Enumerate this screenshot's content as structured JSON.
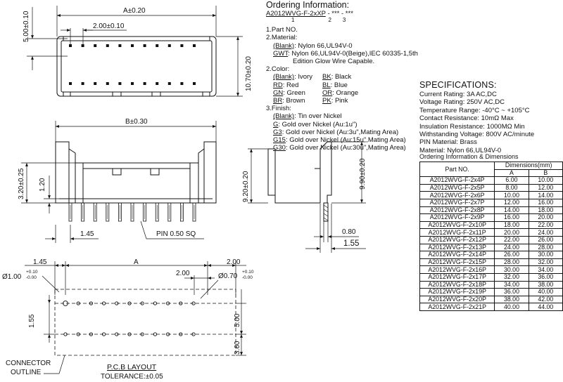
{
  "drawing": {
    "dims": {
      "a_top": "A±0.20",
      "pitch_top": "2.00±0.10",
      "height_left": "5.00±0.10",
      "height_right": "10.70±0.20",
      "b_side": "B±0.30",
      "d320": "3.20±0.25",
      "d120": "1.20",
      "d145": "1.45",
      "pin_sq": "PIN 0.50 SQ",
      "d920": "9.20±0.20",
      "d990": "9.90±0.20",
      "d080": "0.80",
      "d155": "1.55",
      "pcb_145": "1.45",
      "pcb_a": "A",
      "pcb_200a": "2.00",
      "pcb_200b": "2.00",
      "hole_big": "Ø1.00",
      "hole_big_tol_plus": "+0.10",
      "hole_big_tol_minus": "-0.00",
      "hole_small": "Ø0.70",
      "hole_small_tol_plus": "+0.10",
      "hole_small_tol_minus": "-0.00",
      "pcb_155": "1.55",
      "pcb_500": "5.00",
      "pcb_360": "3.60"
    },
    "labels": {
      "connector_outline_1": "CONNECTOR",
      "connector_outline_2": "OUTLINE",
      "pcb_layout": "P.C.B LAYOUT",
      "tolerance": "TOLERANCE:±0.05"
    }
  },
  "ordering": {
    "title": "Ordering Information:",
    "code": "A2012WVG-F-2xXP",
    "code_suffix": " - *** - ***",
    "idx1": "1",
    "idx2": "2",
    "idx3": "3",
    "part_no": "1.Part NO.",
    "material": "2.Material:",
    "mat_blank_key": "(Blank)",
    "mat_blank_val": ": Nylon 66,UL94V-0",
    "mat_gwt_key": "GWT",
    "mat_gwt_val": ": Nylon 66,UL94V-0(Beige),IEC 60335-1,5th",
    "mat_gwt_val2": "Edition Glow Wire Capable.",
    "color": "2.Color:",
    "c_blank_key": "(Blank)",
    "c_blank_val": ": Ivory",
    "c_bk_key": "BK",
    "c_bk_val": ": Black",
    "c_rd_key": "RD",
    "c_rd_val": ": Red",
    "c_bl_key": "BL",
    "c_bl_val": ": Blue",
    "c_gn_key": "GN",
    "c_gn_val": ": Green",
    "c_or_key": "OR",
    "c_or_val": ": Orange",
    "c_br_key": "BR",
    "c_br_val": ": Brown",
    "c_pk_key": "PK",
    "c_pk_val": ": Pink",
    "finish": "3.Finish:",
    "f_blank_key": "(Blank)",
    "f_blank_val": ": Tin over Nickel",
    "f_g_key": "G",
    "f_g_val": ": Gold over Nickel (Au:1u\")",
    "f_g3_key": "G3",
    "f_g3_val": ": Gold over Nickel (Au:3u\",Mating Area)",
    "f_g15_key": "G15",
    "f_g15_val": ": Gold over Nickel (Au:15u\",Mating Area)",
    "f_g30_key": "G30",
    "f_g30_val": ": Gold over Nickel (Au:30u\",Mating Area)"
  },
  "specs": {
    "title": "SPECIFICATIONS:",
    "lines": [
      "Current Rating: 3A AC,DC",
      "Voltage Rating: 250V AC,DC",
      "Temperature Range: -40°C ~ +105°C",
      "Contact Resistance: 10mΩ Max",
      "Insulation Resistance: 1000MΩ Min",
      "Withstanding Voltage: 800V AC/minute",
      "PIN Material: Brass",
      "Material: Nylon 66,UL94V-0"
    ]
  },
  "table": {
    "caption": "Ordering Information & Dimensions",
    "h_part": "Part NO.",
    "h_dims": "Dimensions(mm)",
    "h_a": "A",
    "h_b": "B",
    "rows": [
      [
        "A2012WVG-F-2x4P",
        "6.00",
        "10.00"
      ],
      [
        "A2012WVG-F-2x5P",
        "8.00",
        "12.00"
      ],
      [
        "A2012WVG-F-2x6P",
        "10.00",
        "14.00"
      ],
      [
        "A2012WVG-F-2x7P",
        "12.00",
        "16.00"
      ],
      [
        "A2012WVG-F-2x8P",
        "14.00",
        "18.00"
      ],
      [
        "A2012WVG-F-2x9P",
        "16.00",
        "20.00"
      ],
      [
        "A2012WVG-F-2x10P",
        "18.00",
        "22.00"
      ],
      [
        "A2012WVG-F-2x11P",
        "20.00",
        "24.00"
      ],
      [
        "A2012WVG-F-2x12P",
        "22.00",
        "26.00"
      ],
      [
        "A2012WVG-F-2x13P",
        "24.00",
        "28.00"
      ],
      [
        "A2012WVG-F-2x14P",
        "26.00",
        "30.00"
      ],
      [
        "A2012WVG-F-2x15P",
        "28.00",
        "32.00"
      ],
      [
        "A2012WVG-F-2x16P",
        "30.00",
        "34.00"
      ],
      [
        "A2012WVG-F-2x17P",
        "32.00",
        "36.00"
      ],
      [
        "A2012WVG-F-2x18P",
        "34.00",
        "38.00"
      ],
      [
        "A2012WVG-F-2x19P",
        "36.00",
        "40.00"
      ],
      [
        "A2012WVG-F-2x20P",
        "38.00",
        "42.00"
      ],
      [
        "A2012WVG-F-2x21P",
        "40.00",
        "44.00"
      ]
    ]
  }
}
